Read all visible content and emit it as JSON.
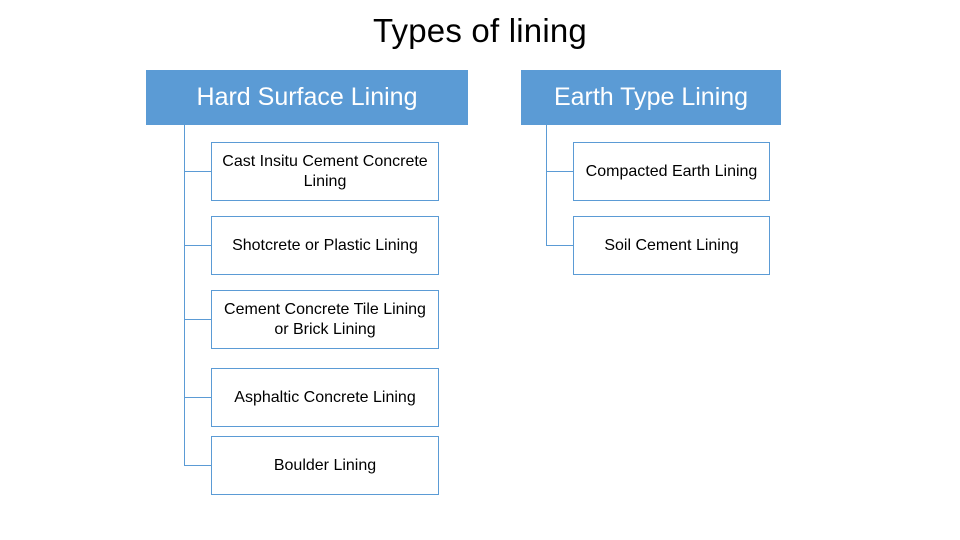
{
  "slide": {
    "title": "Types of lining",
    "accent_color": "#5b9bd5",
    "header_text_color": "#ffffff",
    "background": "#ffffff"
  },
  "branches": [
    {
      "header": "Hard Surface Lining",
      "nodes": [
        "Cast Insitu Cement Concrete Lining",
        "Shotcrete or Plastic Lining",
        "Cement Concrete Tile Lining or Brick Lining",
        "Asphaltic Concrete Lining",
        "Boulder Lining"
      ]
    },
    {
      "header": "Earth Type Lining",
      "nodes": [
        "Compacted Earth Lining",
        "Soil Cement Lining"
      ]
    }
  ]
}
